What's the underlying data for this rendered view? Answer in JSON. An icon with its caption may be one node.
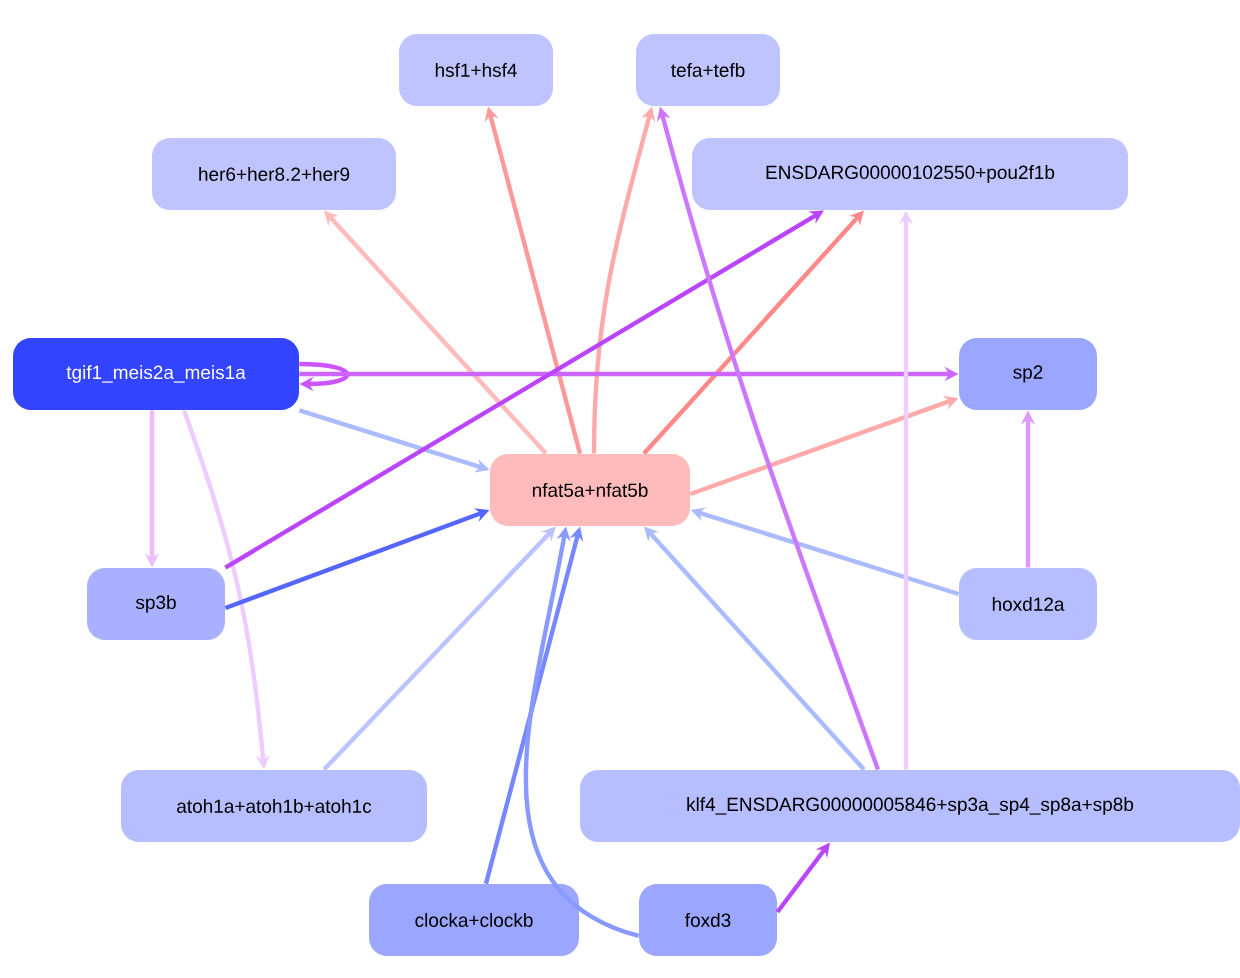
{
  "diagram": {
    "nodes": [
      {
        "text": [
          "hsf1+hsf4"
        ]
      },
      {
        "text": [
          "tefa+tefb"
        ]
      },
      {
        "text": [
          "her6+her8.2+her9"
        ]
      },
      {
        "text": [
          "ENSDARG00000102550+pou2f1b"
        ]
      },
      {
        "text": [
          "tgif1_meis2a_meis1a"
        ]
      },
      {
        "text": [
          "sp2"
        ]
      },
      {
        "text": [
          "nfat5a+nfat5b"
        ]
      },
      {
        "text": [
          "sp3b"
        ]
      },
      {
        "text": [
          "hoxd12a"
        ]
      },
      {
        "text": [
          "atoh1a+atoh1b+atoh1c"
        ]
      },
      {
        "text": [
          "klf4_ENSDARG00000005846+sp3a_sp4_sp8a+sp8b"
        ]
      },
      {
        "text": [
          "clocka+clockb"
        ]
      },
      {
        "text": [
          "foxd3"
        ]
      }
    ],
    "edges": [
      {
        "from": 6,
        "to": 0,
        "arrow": "to",
        "color": "#ff9999"
      },
      {
        "from": 6,
        "to": 1,
        "arrow": "to",
        "color": "#ffaaaa"
      },
      {
        "from": 6,
        "to": 2,
        "arrow": "to",
        "color": "#ffbbbb"
      },
      {
        "from": 6,
        "to": 3,
        "arrow": "to",
        "color": "#ff8888"
      },
      {
        "from": 6,
        "to": 5,
        "arrow": "to",
        "color": "#ffaaaa"
      },
      {
        "from": 4,
        "to": 4,
        "arrow": "to",
        "color": "#cc55ff"
      },
      {
        "from": 4,
        "to": 5,
        "arrow": "to",
        "color": "#cc66ff"
      },
      {
        "from": 4,
        "to": 6,
        "arrow": "to",
        "color": "#aabbff"
      },
      {
        "from": 4,
        "to": 7,
        "arrow": "to",
        "color": "#eebbff"
      },
      {
        "from": 4,
        "to": 9,
        "arrow": "to",
        "color": "#eeccff"
      },
      {
        "from": 7,
        "to": 3,
        "arrow": "to",
        "color": "#bb44ff"
      },
      {
        "from": 7,
        "to": 6,
        "arrow": "to",
        "color": "#5566ff"
      },
      {
        "from": 8,
        "to": 5,
        "arrow": "to",
        "color": "#dd99ff"
      },
      {
        "from": 8,
        "to": 6,
        "arrow": "to",
        "color": "#aabbff"
      },
      {
        "from": 10,
        "to": 6,
        "arrow": "to",
        "color": "#aabbff"
      },
      {
        "from": 10,
        "to": 1,
        "arrow": "to",
        "color": "#cc77ff"
      },
      {
        "from": 10,
        "to": 3,
        "arrow": "to",
        "color": "#eeccff"
      },
      {
        "from": 9,
        "to": 6,
        "arrow": "to",
        "color": "#bbc4ff"
      },
      {
        "from": 11,
        "to": 6,
        "arrow": "to",
        "color": "#7788ff"
      },
      {
        "from": 12,
        "to": 6,
        "arrow": "to",
        "color": "#8899ff"
      },
      {
        "from": 12,
        "to": 10,
        "arrow": "to",
        "color": "#bb44ff"
      }
    ]
  }
}
